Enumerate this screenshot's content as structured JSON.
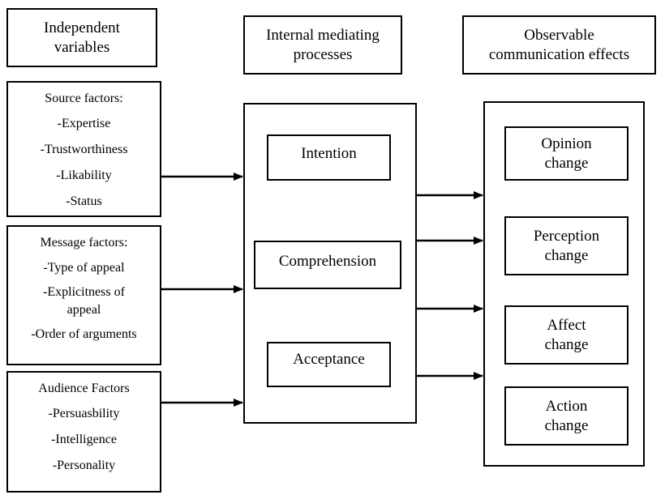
{
  "headers": {
    "independent": [
      "Independent",
      "variables"
    ],
    "mediating": [
      "Internal mediating",
      "processes"
    ],
    "effects": [
      "Observable",
      "communication effects"
    ]
  },
  "source": {
    "title": "Source factors:",
    "items": [
      "-Expertise",
      "-Trustworthiness",
      "-Likability",
      "-Status"
    ]
  },
  "message": {
    "title": "Message factors:",
    "items": [
      "-Type of appeal",
      "-Explicitness of",
      "appeal",
      "-Order of arguments"
    ]
  },
  "audience": {
    "title": "Audience Factors",
    "items": [
      "-Persuasbility",
      "-Intelligence",
      "-Personality"
    ]
  },
  "processes": [
    "Intention",
    "Comprehension",
    "Acceptance"
  ],
  "effects": [
    [
      "Opinion",
      "change"
    ],
    [
      "Perception",
      "change"
    ],
    [
      "Affect",
      "change"
    ],
    [
      "Action",
      "change"
    ]
  ]
}
